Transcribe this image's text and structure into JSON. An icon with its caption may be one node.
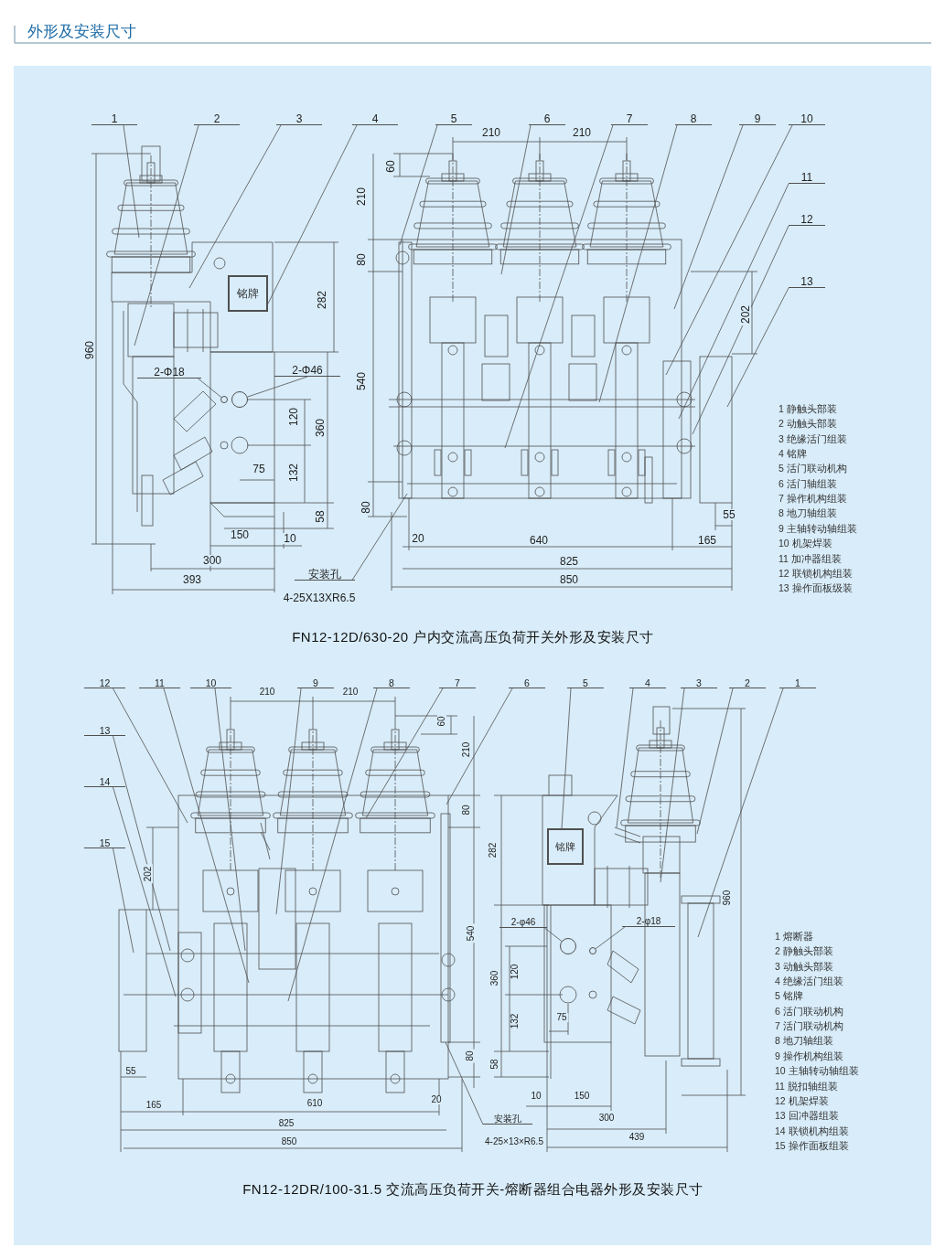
{
  "diagram": {
    "title": "外形及安装尺寸",
    "nodes": [
      {
        "text": [
          "1"
        ]
      },
      {
        "text": [
          "2"
        ]
      },
      {
        "text": [
          "3"
        ]
      },
      {
        "text": [
          "4"
        ]
      },
      {
        "text": [
          "5"
        ]
      },
      {
        "text": [
          "6"
        ]
      },
      {
        "text": [
          "7"
        ]
      },
      {
        "text": [
          "8"
        ]
      },
      {
        "text": [
          "9"
        ]
      },
      {
        "text": [
          "10"
        ]
      },
      {
        "text": [
          "11"
        ]
      },
      {
        "text": [
          "12"
        ]
      },
      {
        "text": [
          "13"
        ]
      },
      {
        "text": [
          "铭牌"
        ]
      },
      {
        "text": [
          "2-Φ18"
        ]
      },
      {
        "text": [
          "2-Φ46"
        ]
      },
      {
        "text": [
          "安装孔"
        ]
      },
      {
        "text": [
          "12"
        ]
      },
      {
        "text": [
          "11"
        ]
      },
      {
        "text": [
          "10"
        ]
      },
      {
        "text": [
          "9"
        ]
      },
      {
        "text": [
          "8"
        ]
      },
      {
        "text": [
          "7"
        ]
      },
      {
        "text": [
          "6"
        ]
      },
      {
        "text": [
          "5"
        ]
      },
      {
        "text": [
          "4"
        ]
      },
      {
        "text": [
          "3"
        ]
      },
      {
        "text": [
          "2"
        ]
      },
      {
        "text": [
          "1"
        ]
      },
      {
        "text": [
          "13"
        ]
      },
      {
        "text": [
          "14"
        ]
      },
      {
        "text": [
          "15"
        ]
      },
      {
        "text": [
          "铭牌"
        ]
      },
      {
        "text": [
          "2-φ46"
        ]
      },
      {
        "text": [
          "2-φ18"
        ]
      },
      {
        "text": [
          "安装孔"
        ]
      },
      {
        "text": [],
        "shape": "circle"
      },
      {
        "text": [],
        "shape": "circle"
      },
      {
        "text": [],
        "shape": "circle"
      },
      {
        "text": [],
        "shape": "circle"
      }
    ],
    "edges": [
      {
        "from": 0,
        "to": null,
        "arrow": "none"
      },
      {
        "from": 1,
        "to": null,
        "arrow": "none"
      },
      {
        "from": 2,
        "to": null,
        "arrow": "none"
      },
      {
        "from": 3,
        "to": 13,
        "arrow": "none"
      },
      {
        "from": 4,
        "to": null,
        "arrow": "none"
      },
      {
        "from": 5,
        "to": null,
        "arrow": "none"
      },
      {
        "from": 6,
        "to": null,
        "arrow": "none"
      },
      {
        "from": 7,
        "to": null,
        "arrow": "none"
      },
      {
        "from": 8,
        "to": null,
        "arrow": "none"
      },
      {
        "from": 9,
        "to": null,
        "arrow": "none"
      },
      {
        "from": 10,
        "to": null,
        "arrow": "none"
      },
      {
        "from": 11,
        "to": null,
        "arrow": "none"
      },
      {
        "from": 12,
        "to": null,
        "arrow": "none"
      },
      {
        "from": 14,
        "to": 36,
        "arrow": "none"
      },
      {
        "from": 15,
        "to": 37,
        "arrow": "none"
      },
      {
        "from": 16,
        "to": null,
        "arrow": "none"
      },
      {
        "from": 17,
        "to": null,
        "arrow": "none"
      },
      {
        "from": 18,
        "to": null,
        "arrow": "none"
      },
      {
        "from": 19,
        "to": null,
        "arrow": "none"
      },
      {
        "from": 20,
        "to": null,
        "arrow": "none"
      },
      {
        "from": 21,
        "to": null,
        "arrow": "none"
      },
      {
        "from": 22,
        "to": null,
        "arrow": "none"
      },
      {
        "from": 23,
        "to": null,
        "arrow": "none"
      },
      {
        "from": 24,
        "to": 32,
        "arrow": "none"
      },
      {
        "from": 25,
        "to": null,
        "arrow": "none"
      },
      {
        "from": 26,
        "to": null,
        "arrow": "none"
      },
      {
        "from": 27,
        "to": null,
        "arrow": "none"
      },
      {
        "from": 28,
        "to": null,
        "arrow": "none"
      },
      {
        "from": 29,
        "to": null,
        "arrow": "none"
      },
      {
        "from": 30,
        "to": null,
        "arrow": "none"
      },
      {
        "from": 31,
        "to": null,
        "arrow": "none"
      },
      {
        "from": 33,
        "to": 38,
        "arrow": "none"
      },
      {
        "from": 34,
        "to": 39,
        "arrow": "none"
      },
      {
        "from": 35,
        "to": null,
        "arrow": "none"
      }
    ],
    "labels": [
      "960",
      "282",
      "120",
      "360",
      "75",
      "132",
      "58",
      "150",
      "10",
      "300",
      "393",
      "4-25X13XR6.5",
      "210",
      "210",
      "60",
      "210",
      "80",
      "540",
      "80",
      "202",
      "55",
      "20",
      "640",
      "165",
      "825",
      "850",
      "1 静触头部装",
      "2 动触头部装",
      "3 绝缘活门组装",
      "4 铭牌",
      "5 活门联动机构",
      "6 活门轴组装",
      "7 操作机构组装",
      "8 地刀轴组装",
      "9 主轴转动轴组装",
      "10 机架焊装",
      "11 加冲器组装",
      "12 联锁机构组装",
      "13 操作面板级装",
      "FN12-12D/630-20 户内交流高压负荷开关外形及安装尺寸",
      "210",
      "210",
      "60",
      "210",
      "80",
      "202",
      "540",
      "80",
      "55",
      "165",
      "610",
      "20",
      "825",
      "850",
      "4-25×13×R6.5",
      "282",
      "360",
      "120",
      "75",
      "132",
      "58",
      "10",
      "150",
      "300",
      "439",
      "960",
      "1 熔断器",
      "2 静触头部装",
      "3 动触头部装",
      "4 绝缘活门组装",
      "5 铭牌",
      "6 活门联动机构",
      "7 活门联动机构",
      "8 地刀轴组装",
      "9 操作机构组装",
      "10 主轴转动轴组装",
      "11 脱扣轴组装",
      "12 机架焊装",
      "13 回冲器组装",
      "14 联锁机构组装",
      "15 操作面板组装",
      "FN12-12DR/100-31.5 交流高压负荷开关-熔断器组合电器外形及安装尺寸"
    ]
  }
}
